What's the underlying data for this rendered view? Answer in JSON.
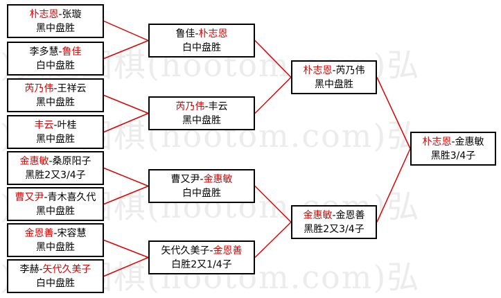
{
  "watermark": ")弘通围棋(hootom.com)弘",
  "colors": {
    "winner": "#e00000",
    "line": "#e00000",
    "text": "#000000"
  },
  "round1": [
    {
      "left": "朴志恩",
      "right": "张璇",
      "winner": "left",
      "result": "黑中盘胜"
    },
    {
      "left": "李多慧",
      "right": "鲁佳",
      "winner": "right",
      "result": "白中盘胜"
    },
    {
      "left": "芮乃伟",
      "right": "王祥云",
      "winner": "left",
      "result": "黑中盘胜"
    },
    {
      "left": "丰云",
      "right": "叶桂",
      "winner": "left",
      "result": "黑中盘胜"
    },
    {
      "left": "金惠敏",
      "right": "桑原阳子",
      "winner": "left",
      "result": "黑胜2又3/4子"
    },
    {
      "left": "曹又尹",
      "right": "青木喜久代",
      "winner": "left",
      "result": "黑中盘胜"
    },
    {
      "left": "金恩善",
      "right": "宋容慧",
      "winner": "left",
      "result": "黑中盘胜"
    },
    {
      "left": "李赫",
      "right": "矢代久美子",
      "winner": "right",
      "result": "白中盘胜"
    }
  ],
  "round2": [
    {
      "left": "鲁佳",
      "right": "朴志恩",
      "winner": "right",
      "result": "白中盘胜"
    },
    {
      "left": "芮乃伟",
      "right": "丰云",
      "winner": "left",
      "result": "黑中盘胜"
    },
    {
      "left": "曹又尹",
      "right": "金惠敏",
      "winner": "right",
      "result": "白中盘胜"
    },
    {
      "left": "矢代久美子",
      "right": "金恩善",
      "winner": "right",
      "result": "白胜2又1/4子"
    }
  ],
  "round3": [
    {
      "left": "朴志恩",
      "right": "芮乃伟",
      "winner": "left",
      "result": "黑中盘胜"
    },
    {
      "left": "金惠敏",
      "right": "金恩善",
      "winner": "left",
      "result": "黑胜2又3/4子"
    }
  ],
  "final": [
    {
      "left": "朴志恩",
      "right": "金惠敏",
      "winner": "left",
      "result": "黑胜3/4子"
    }
  ]
}
